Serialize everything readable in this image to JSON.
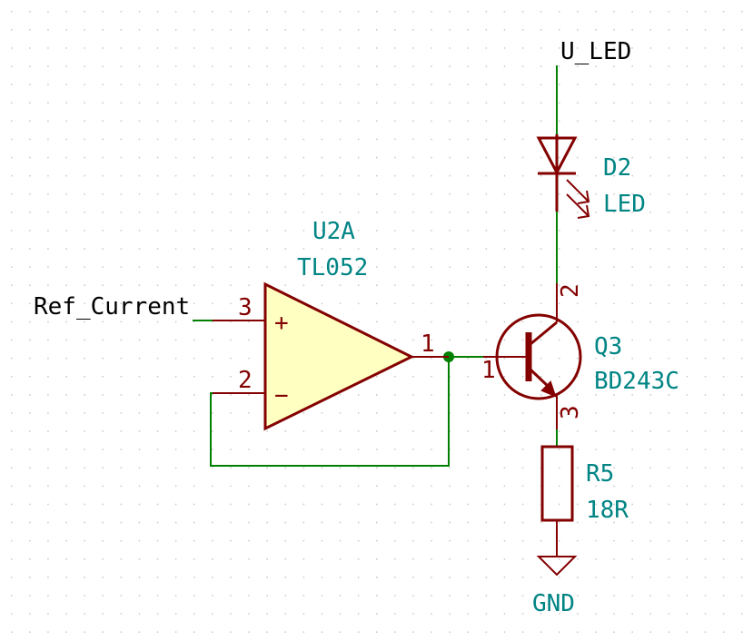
{
  "colors": {
    "wire": "#008000",
    "component": "#840000",
    "opamp_fill": "#ffffc2",
    "value_text": "#008484",
    "net_label": "#000000",
    "junction": "#008000",
    "grid_dot": "#c8c8c8"
  },
  "net_labels": {
    "supply": "U_LED",
    "input": "Ref_Current"
  },
  "opamp": {
    "reference": "U2A",
    "value": "TL052",
    "pin_noninverting": "3",
    "pin_inverting": "2",
    "pin_output": "1",
    "plus_symbol": "+",
    "minus_symbol": "−"
  },
  "diode": {
    "reference": "D2",
    "value": "LED"
  },
  "transistor": {
    "reference": "Q3",
    "value": "BD243C",
    "pin_base": "1",
    "pin_collector": "2",
    "pin_emitter": "3"
  },
  "resistor": {
    "reference": "R5",
    "value": "18R"
  },
  "ground": {
    "label": "GND"
  }
}
